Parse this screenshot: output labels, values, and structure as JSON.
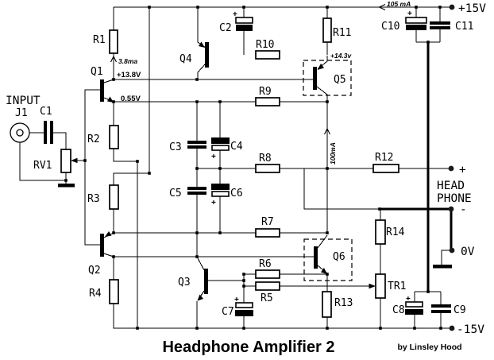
{
  "title": "Headphone Amplifier 2",
  "byline": "by Linsley Hood",
  "input_section": {
    "label": "INPUT",
    "jack": "J1"
  },
  "terminals": {
    "v_plus": "+15V",
    "v_minus": "-15V",
    "ground": "0V",
    "hp_plus": "+",
    "hp_minus": "-",
    "hp_word1": "HEAD",
    "hp_word2": "PHONE"
  },
  "components": {
    "r1": "R1",
    "r2": "R2",
    "r3": "R3",
    "r4": "R4",
    "r5": "R5",
    "r6": "R6",
    "r7": "R7",
    "r8": "R8",
    "r9": "R9",
    "r10": "R10",
    "r11": "R11",
    "r12": "R12",
    "r13": "R13",
    "r14": "R14",
    "rv1": "RV1",
    "tr1": "TR1",
    "c1": "C1",
    "c2": "C2",
    "c3": "C3",
    "c4": "C4",
    "c5": "C5",
    "c6": "C6",
    "c7": "C7",
    "c8": "C8",
    "c9": "C9",
    "c10": "C10",
    "c11": "C11",
    "q1": "Q1",
    "q2": "Q2",
    "q3": "Q3",
    "q4": "Q4",
    "q5": "Q5",
    "q6": "Q6"
  },
  "annotations": {
    "rail_current": "105 mA",
    "quiescent_current": "100mA",
    "r1_current": "3.8ma",
    "q1_collector_v": "+13.8V",
    "q1_emitter_v": "0.55V",
    "output_v": "+14.3v",
    "polarity": "+"
  },
  "colors": {
    "ink": "#000000",
    "paper": "#ffffff"
  }
}
